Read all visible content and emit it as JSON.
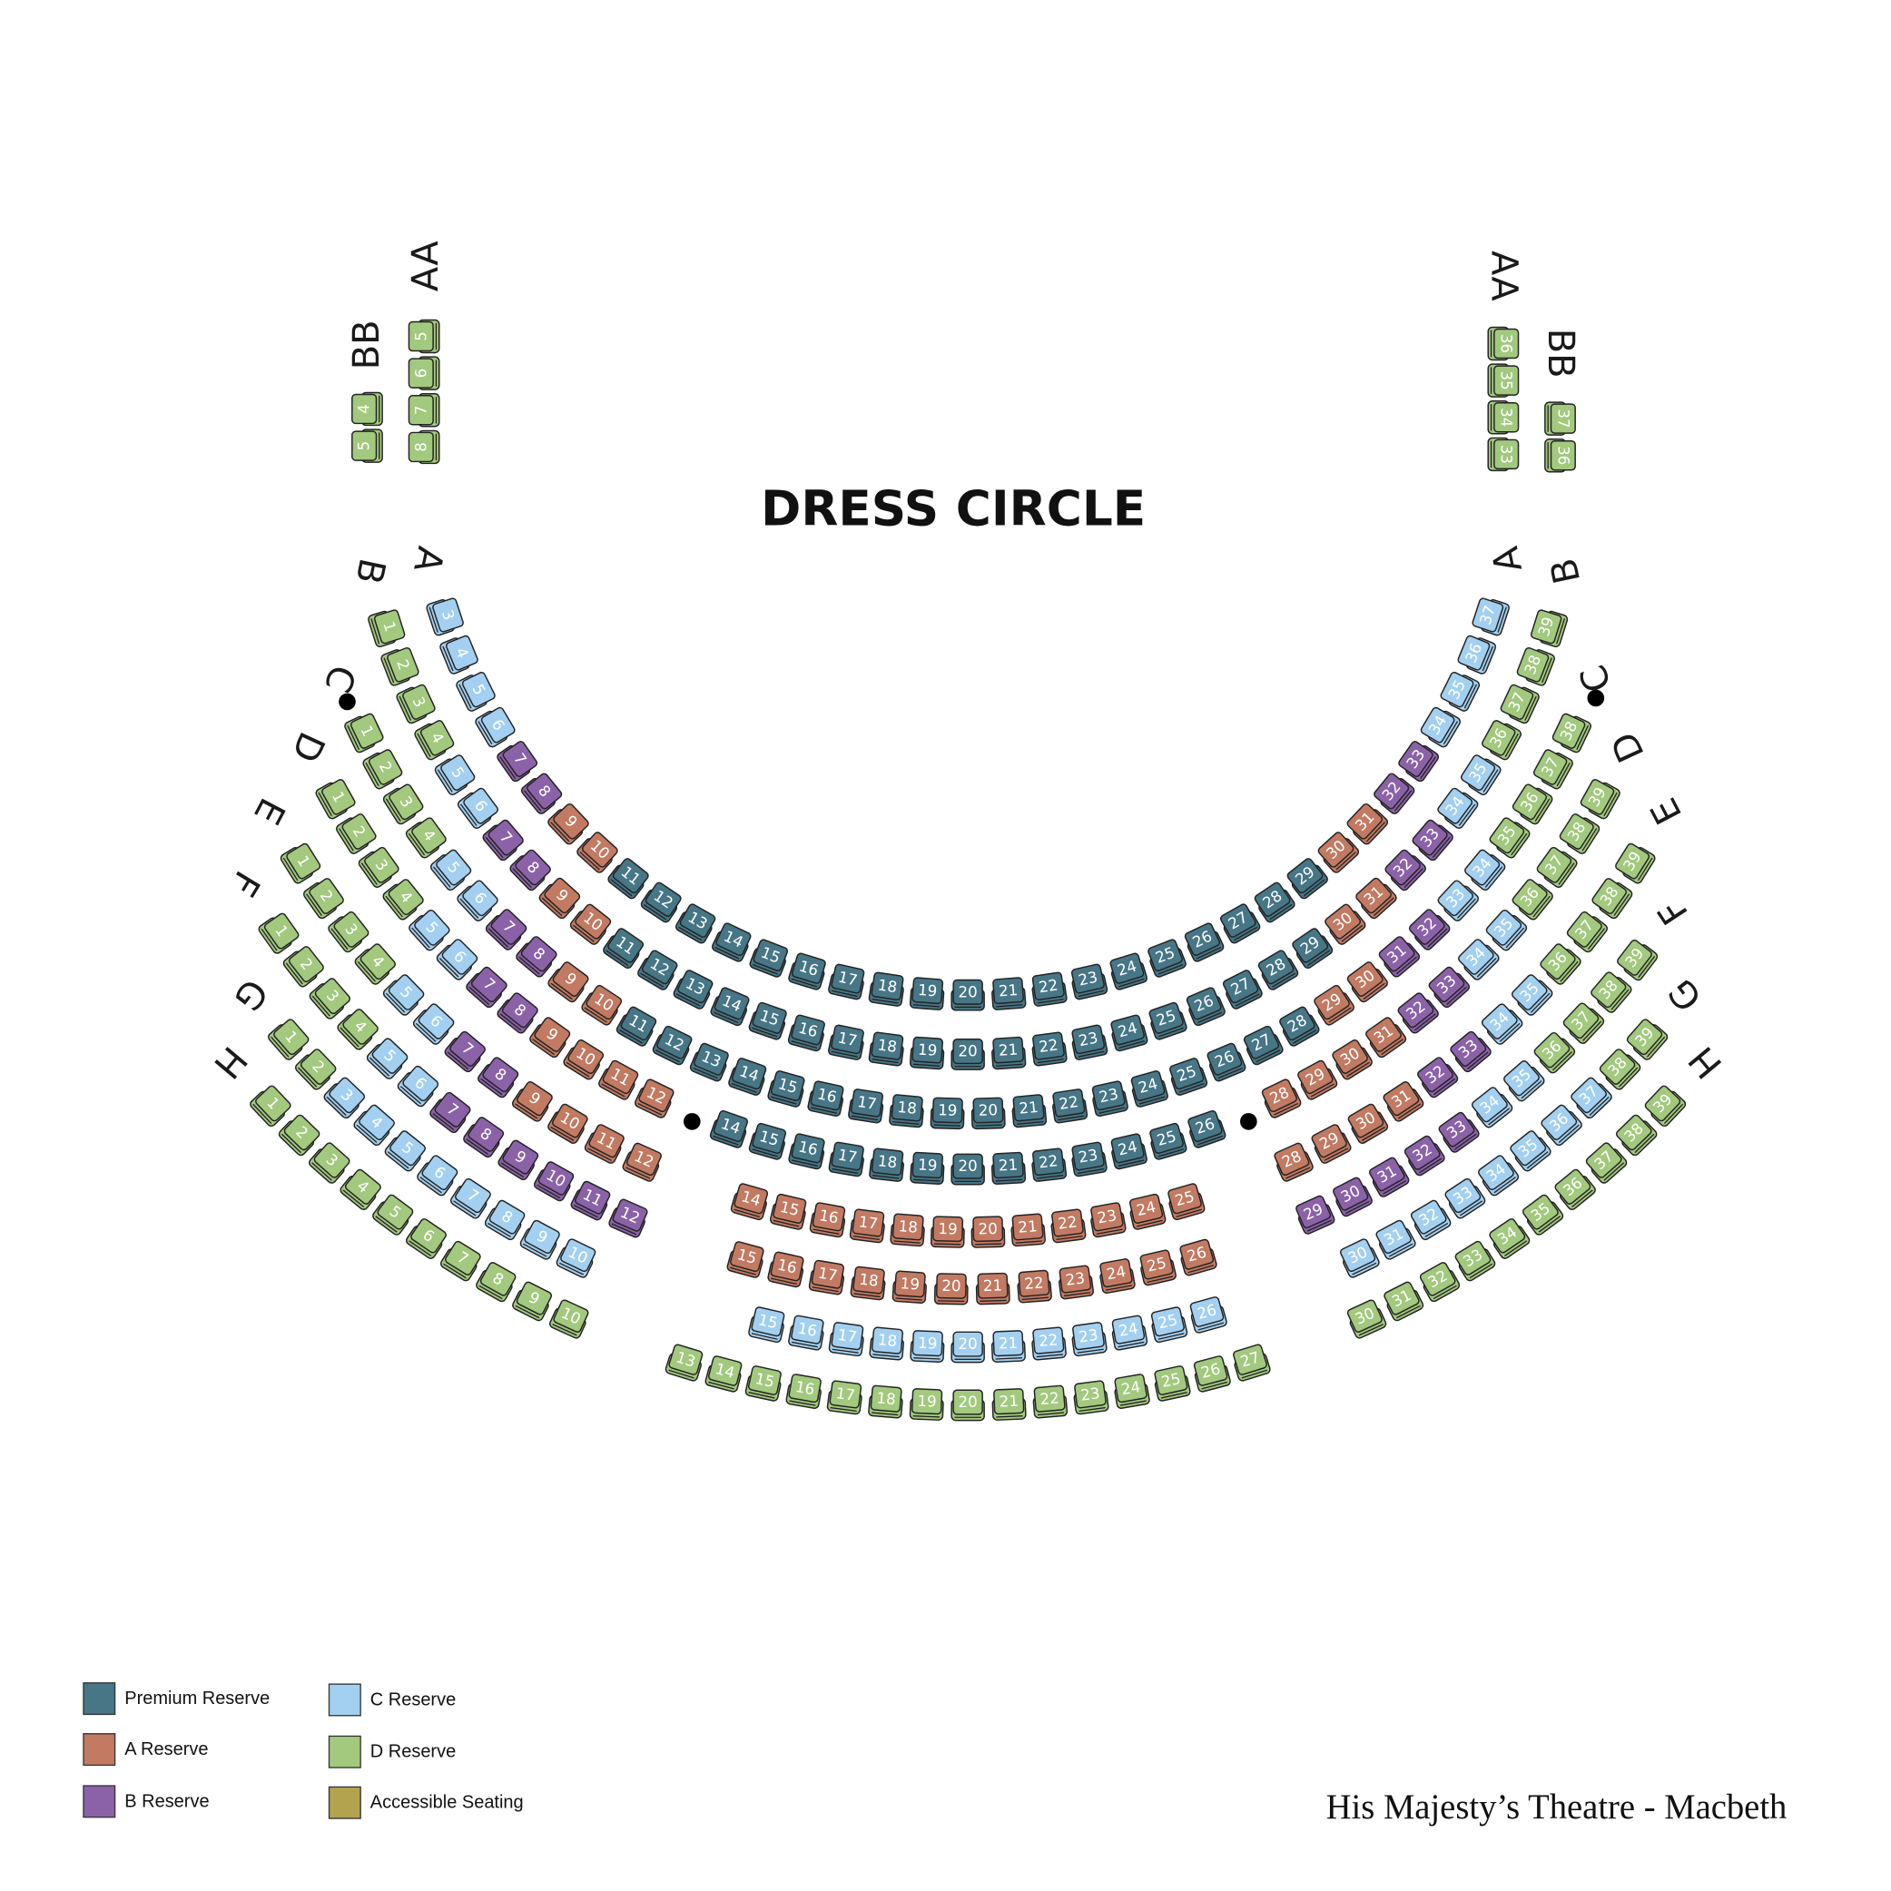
{
  "title": "DRESS CIRCLE",
  "footer": "His Majesty’s Theatre - Macbeth",
  "categories": {
    "P": {
      "label": "Premium Reserve",
      "color": "#477686"
    },
    "A": {
      "label": "A Reserve",
      "color": "#c27a62"
    },
    "B": {
      "label": "B Reserve",
      "color": "#8b62a8"
    },
    "C": {
      "label": "C Reserve",
      "color": "#a3d0f0"
    },
    "D": {
      "label": "D Reserve",
      "color": "#a2c97e"
    },
    "X": {
      "label": "Accessible Seating",
      "color": "#b3a24e"
    }
  },
  "rows": [
    {
      "label": "A",
      "segments": [
        [
          [
            "C",
            3,
            6
          ],
          [
            "B",
            7,
            8
          ],
          [
            "A",
            9,
            10
          ],
          [
            "P",
            11,
            29
          ],
          [
            "A",
            30,
            31
          ],
          [
            "B",
            32,
            33
          ],
          [
            "C",
            34,
            37
          ]
        ]
      ]
    },
    {
      "label": "B",
      "segments": [
        [
          [
            "D",
            1,
            4
          ],
          [
            "C",
            5,
            6
          ],
          [
            "B",
            7,
            8
          ],
          [
            "A",
            9,
            10
          ],
          [
            "P",
            11,
            29
          ],
          [
            "A",
            30,
            31
          ],
          [
            "B",
            32,
            33
          ],
          [
            "C",
            34,
            35
          ],
          [
            "D",
            36,
            39
          ]
        ]
      ]
    },
    {
      "label": "C",
      "segments": [
        [
          [
            "D",
            1,
            4
          ],
          [
            "C",
            5,
            6
          ],
          [
            "B",
            7,
            8
          ],
          [
            "A",
            9,
            10
          ],
          [
            "P",
            11,
            28
          ],
          [
            "A",
            29,
            30
          ],
          [
            "B",
            31,
            32
          ],
          [
            "C",
            33,
            34
          ],
          [
            "D",
            35,
            38
          ]
        ]
      ]
    },
    {
      "label": "D",
      "segments": [
        [
          [
            "D",
            1,
            4
          ],
          [
            "C",
            5,
            6
          ],
          [
            "B",
            7,
            8
          ],
          [
            "A",
            9,
            12
          ]
        ],
        [
          [
            "P",
            14,
            26
          ]
        ],
        [
          [
            "A",
            28,
            31
          ],
          [
            "B",
            32,
            33
          ],
          [
            "C",
            34,
            35
          ],
          [
            "D",
            36,
            39
          ]
        ]
      ]
    },
    {
      "label": "E",
      "segments": [
        [
          [
            "D",
            1,
            4
          ],
          [
            "C",
            5,
            6
          ],
          [
            "B",
            7,
            8
          ],
          [
            "A",
            9,
            12
          ]
        ],
        [
          [
            "A",
            14,
            25
          ]
        ],
        [
          [
            "A",
            28,
            31
          ],
          [
            "B",
            32,
            33
          ],
          [
            "C",
            34,
            35
          ],
          [
            "D",
            36,
            39
          ]
        ]
      ]
    },
    {
      "label": "F",
      "segments": [
        [
          [
            "D",
            1,
            4
          ],
          [
            "C",
            5,
            6
          ],
          [
            "B",
            7,
            12
          ]
        ],
        [
          [
            "A",
            15,
            26
          ]
        ],
        [
          [
            "B",
            29,
            33
          ],
          [
            "C",
            34,
            35
          ],
          [
            "D",
            36,
            39
          ]
        ]
      ]
    },
    {
      "label": "G",
      "segments": [
        [
          [
            "D",
            1,
            2
          ],
          [
            "C",
            3,
            10
          ]
        ],
        [
          [
            "C",
            15,
            26
          ]
        ],
        [
          [
            "C",
            30,
            37
          ],
          [
            "D",
            38,
            39
          ]
        ]
      ]
    },
    {
      "label": "H",
      "segments": [
        [
          [
            "D",
            1,
            10
          ]
        ],
        [
          [
            "D",
            13,
            27
          ]
        ],
        [
          [
            "D",
            30,
            39
          ]
        ]
      ]
    }
  ],
  "boxes": [
    {
      "label": "BB",
      "side": "left",
      "cat": "D",
      "seats": [
        4,
        5
      ]
    },
    {
      "label": "AA",
      "side": "left",
      "cat": "D",
      "seats": [
        5,
        6,
        7,
        8
      ]
    },
    {
      "label": "AA",
      "side": "right",
      "cat": "D",
      "seats": [
        36,
        35,
        34,
        33
      ]
    },
    {
      "label": "BB",
      "side": "right",
      "cat": "D",
      "seats": [
        37,
        36
      ]
    }
  ]
}
